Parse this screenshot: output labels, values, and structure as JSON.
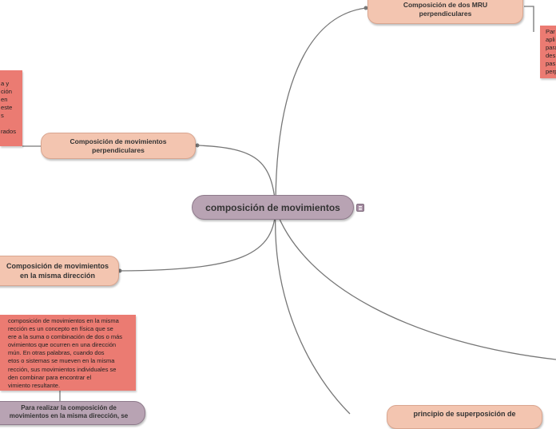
{
  "central": {
    "label": "composición de movimientos"
  },
  "topics": {
    "mru": "Composición de dos MRU perpendiculares",
    "perpendicular": "Composición de movimientos perpendiculares",
    "misma_direccion": "Composición de movimientos en la misma dirección",
    "superposicion": "principio de superposición de",
    "realizar": "Para realizar la composición de movimientos en la misma dirección, se"
  },
  "notes": {
    "right_top": [
      "Par",
      "apli",
      "para",
      "des",
      "pas",
      "perp"
    ],
    "left_top": [
      "a y",
      "ción",
      "en",
      "este",
      "s",
      "",
      "rados"
    ],
    "definicion": [
      "composición de movimientos en la misma",
      "rección es un concepto en física que se",
      "ere a la suma o combinación de dos o más",
      "ovimientos que ocurren en una dirección",
      "mún. En otras palabras, cuando dos",
      "etos o sistemas se mueven en la misma",
      "rección, sus movimientos individuales se",
      "den combinar para encontrar el",
      "vimiento resultante."
    ]
  },
  "colors": {
    "peach": "#f3c5b0",
    "central": "#b8a3b3",
    "note": "#eb7b72",
    "line": "#777777"
  },
  "icons": {
    "central_menu": "menu-icon"
  }
}
